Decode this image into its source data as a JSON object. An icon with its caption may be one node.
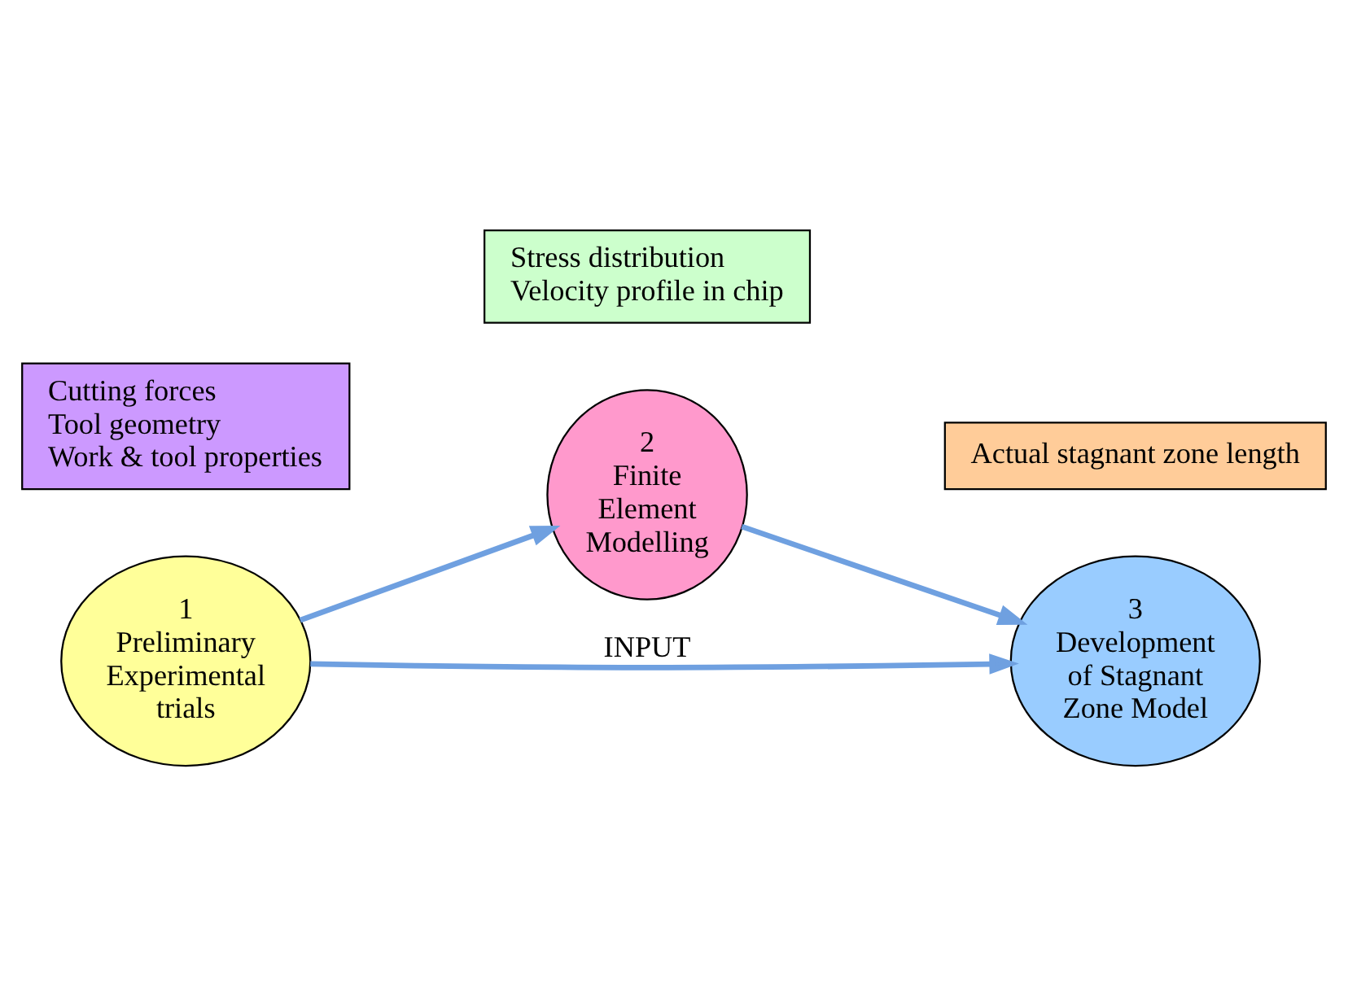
{
  "diagram": {
    "nodes": [
      {
        "text": [
          "1",
          "Preliminary Experimental trials"
        ]
      },
      {
        "text": [
          "2",
          "Finite Element Modelling"
        ]
      },
      {
        "text": [
          "3",
          "Development of Stagnant Zone Model"
        ]
      },
      {
        "text": [
          "Cutting forces",
          "Tool geometry",
          "Work & tool properties"
        ]
      },
      {
        "text": [
          "Stress distribution",
          "Velocity profile in chip"
        ]
      },
      {
        "text": [
          "Actual stagnant zone length"
        ]
      }
    ],
    "edges": [
      {
        "from": 0,
        "to": 1,
        "arrow": "to"
      },
      {
        "from": 0,
        "to": 2,
        "arrow": "to",
        "label": "INPUT"
      },
      {
        "from": 1,
        "to": 2,
        "arrow": "to"
      }
    ]
  }
}
